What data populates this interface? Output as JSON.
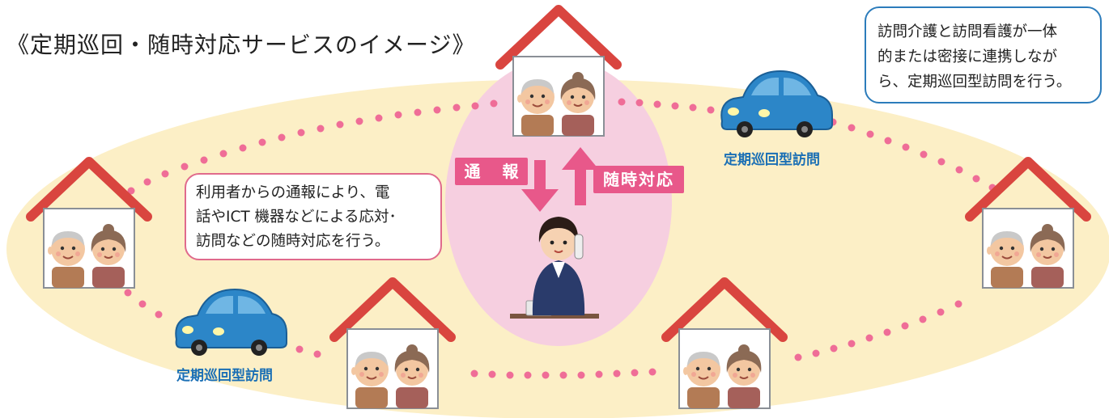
{
  "title": "《定期巡回・随時対応サービスのイメージ》",
  "bubble_left": {
    "lines": [
      "利用者からの通報により、電",
      "話やICT 機器などによる応対･",
      "訪問などの随時対応を行う。"
    ]
  },
  "bubble_right": {
    "lines": [
      "訪問介護と訪問看護が一体",
      "的または密接に連携しなが",
      "ら、定期巡回型訪問を行う。"
    ]
  },
  "labels": {
    "report": "通 報",
    "response": "随時対応",
    "car_right": "定期巡回型訪問",
    "car_left": "定期巡回型訪問"
  },
  "colors": {
    "ellipse": "#fcefc6",
    "center_oval": "#f6cfe0",
    "dots": "#ef6d97",
    "pink_label": "#e8588a",
    "roof": "#d9453f",
    "car": "#2c86c8"
  }
}
